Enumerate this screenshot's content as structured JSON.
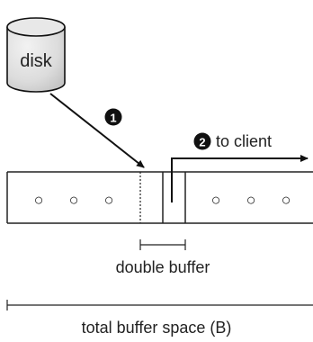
{
  "diagram": {
    "disk_label": "disk",
    "step1_number": "1",
    "step2_number": "2",
    "step2_label": "to client",
    "buffer_slot_symbol": "○",
    "double_buffer_label": "double buffer",
    "total_buffer_label": "total buffer space (B)"
  }
}
